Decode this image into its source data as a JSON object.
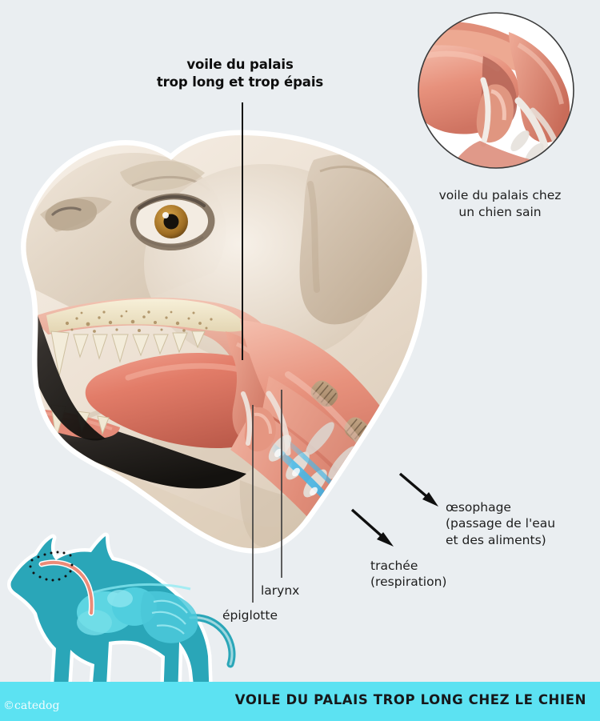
{
  "background_color": "#eaeef1",
  "annotations": {
    "main_title": "voile du palais\ntrop long et trop épais",
    "inset_caption": "voile du palais chez\nun chien sain",
    "label_oesophage": "œsophage\n(passage de l'eau\net des aliments)",
    "label_trachee": "trachée\n(respiration)",
    "label_larynx": "larynx",
    "label_epiglotte": "épiglotte"
  },
  "banner": {
    "title": "VOILE DU PALAIS TROP LONG CHEZ LE CHIEN",
    "background_color": "#5ce2f2",
    "watermark": "©catedog"
  },
  "palette": {
    "fur_light": "#f1e7dc",
    "fur_mid": "#ddcfbe",
    "fur_shadow": "#c9b8a4",
    "tissue_pink": "#e8907c",
    "tissue_light": "#f2b5a3",
    "tissue_deep": "#c86e5c",
    "tongue": "#e07a68",
    "bone_cream": "#efe6cc",
    "tooth": "#f5eedc",
    "cartilage_tan": "#b69877",
    "airflow_blue": "#49b9e8",
    "dog_teal": "#22a3b5",
    "dog_teal_light": "#58d6e4",
    "leader_line": "#111111",
    "outline_white": "#ffffff",
    "eye_amber": "#c08a2e"
  }
}
